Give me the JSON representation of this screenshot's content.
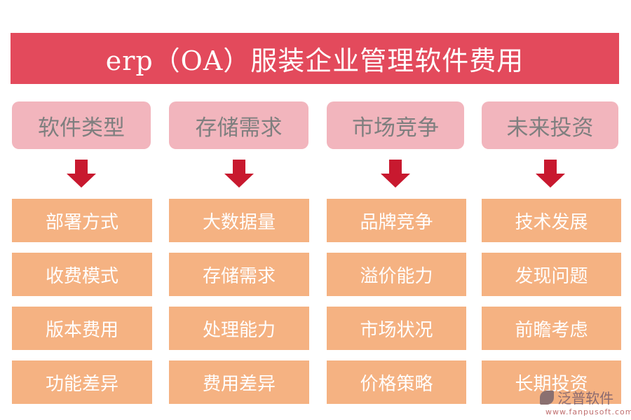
{
  "title": "erp（OA）服装企业管理软件费用",
  "columns": [
    {
      "header": "软件类型",
      "items": [
        "部署方式",
        "收费模式",
        "版本费用",
        "功能差异"
      ]
    },
    {
      "header": "存储需求",
      "items": [
        "大数据量",
        "存储需求",
        "处理能力",
        "费用差异"
      ]
    },
    {
      "header": "市场竞争",
      "items": [
        "品牌竞争",
        "溢价能力",
        "市场状况",
        "价格策略"
      ]
    },
    {
      "header": "未来投资",
      "items": [
        "技术发展",
        "发现问题",
        "前瞻考虑",
        "长期投资"
      ]
    }
  ],
  "watermark": {
    "brand": "泛普软件",
    "url": "www.fanpusoft.com"
  },
  "colors": {
    "title": "#e34a5c",
    "header": "#f2b5bd",
    "arrow": "#c8192f",
    "box": "#f5b282"
  }
}
